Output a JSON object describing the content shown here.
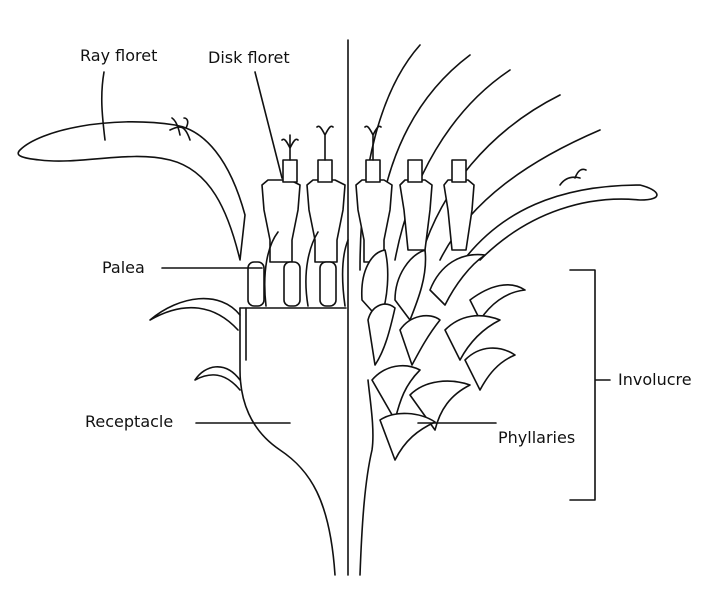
{
  "labels": {
    "ray_floret": "Ray floret",
    "disk_floret": "Disk floret",
    "palea": "Palea",
    "receptacle": "Receptacle",
    "involucre": "Involucre",
    "phyllaries": "Phyllaries"
  }
}
